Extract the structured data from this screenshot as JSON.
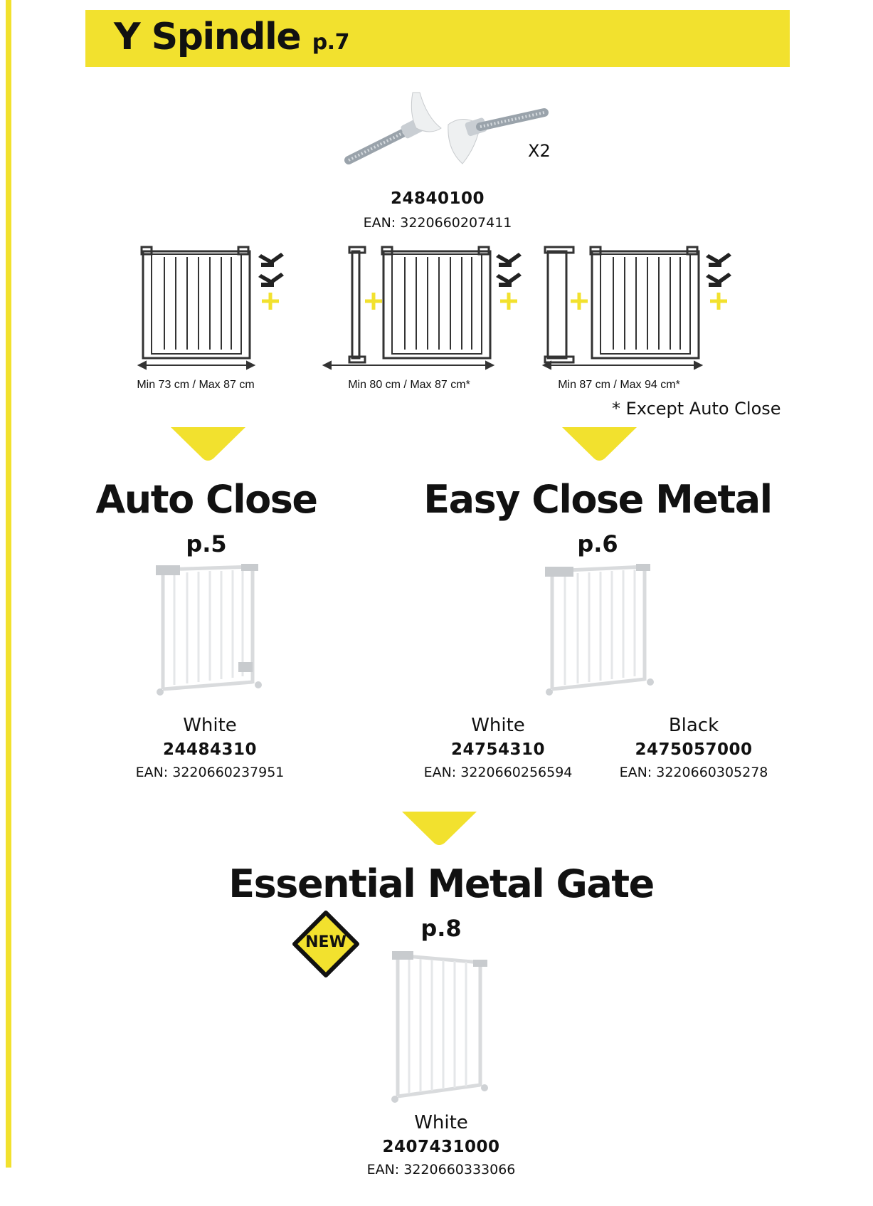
{
  "header": {
    "title": "Y Spindle",
    "page": "p.7"
  },
  "spindle": {
    "quantity": "X2",
    "code": "24840100",
    "ean": "EAN: 3220660207411"
  },
  "configs": [
    {
      "range": "Min 73 cm / Max 87 cm"
    },
    {
      "range": "Min 80 cm / Max 87 cm*"
    },
    {
      "range": "Min 87 cm / Max 94 cm*"
    }
  ],
  "footnote": "* Except Auto Close",
  "auto_close": {
    "title": "Auto Close",
    "page": "p.5",
    "variants": [
      {
        "color": "White",
        "code": "24484310",
        "ean": "EAN: 3220660237951"
      }
    ]
  },
  "easy_close": {
    "title": "Easy Close Metal",
    "page": "p.6",
    "variants": [
      {
        "color": "White",
        "code": "24754310",
        "ean": "EAN: 3220660256594"
      },
      {
        "color": "Black",
        "code": "2475057000",
        "ean": "EAN: 3220660305278"
      }
    ]
  },
  "essential": {
    "title": "Essential Metal Gate",
    "page": "p.8",
    "badge": "NEW",
    "variants": [
      {
        "color": "White",
        "code": "2407431000",
        "ean": "EAN: 3220660333066"
      }
    ]
  },
  "colors": {
    "accent": "#f2e12e",
    "text": "#111111"
  }
}
